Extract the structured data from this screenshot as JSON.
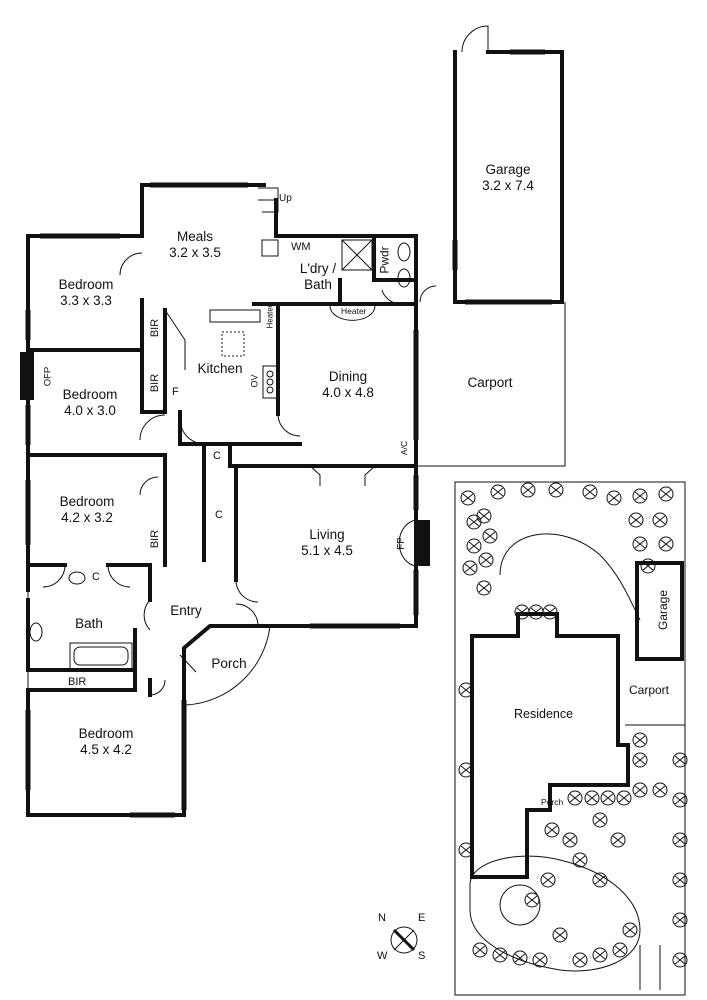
{
  "rooms": {
    "meals": {
      "name": "Meals",
      "dims": "3.2 x 3.5"
    },
    "garage": {
      "name": "Garage",
      "dims": "3.2 x 7.4"
    },
    "bedroom1": {
      "name": "Bedroom",
      "dims": "3.3 x 3.3"
    },
    "bedroom2": {
      "name": "Bedroom",
      "dims": "4.0 x 3.0"
    },
    "bedroom3": {
      "name": "Bedroom",
      "dims": "4.2 x 3.2"
    },
    "bedroom4": {
      "name": "Bedroom",
      "dims": "4.5 x 4.2"
    },
    "laundry": {
      "name": "L'dry /",
      "name2": "Bath"
    },
    "kitchen": {
      "name": "Kitchen"
    },
    "dining": {
      "name": "Dining",
      "dims": "4.0 x 4.8"
    },
    "living": {
      "name": "Living",
      "dims": "5.1 x 4.5"
    },
    "carport": {
      "name": "Carport"
    },
    "entry": {
      "name": "Entry"
    },
    "bath": {
      "name": "Bath"
    },
    "porch": {
      "name": "Porch"
    }
  },
  "fixtures": {
    "up": "Up",
    "wm": "WM",
    "pwdr": "Pwdr",
    "heater1": "Heater",
    "heater2": "Heater",
    "bir1": "BIR",
    "bir2": "BIR",
    "bir3": "BIR",
    "bir4": "BIR",
    "ofp": "OFP",
    "fp": "FP",
    "f": "F",
    "ov": "OV",
    "ac": "A/C",
    "c1": "C",
    "c2": "C",
    "c3": "C"
  },
  "site": {
    "garage": "Garage",
    "carport": "Carport",
    "residence": "Residence",
    "porch": "Porch"
  },
  "compass": {
    "n": "N",
    "e": "E",
    "w": "W",
    "s": "S"
  }
}
